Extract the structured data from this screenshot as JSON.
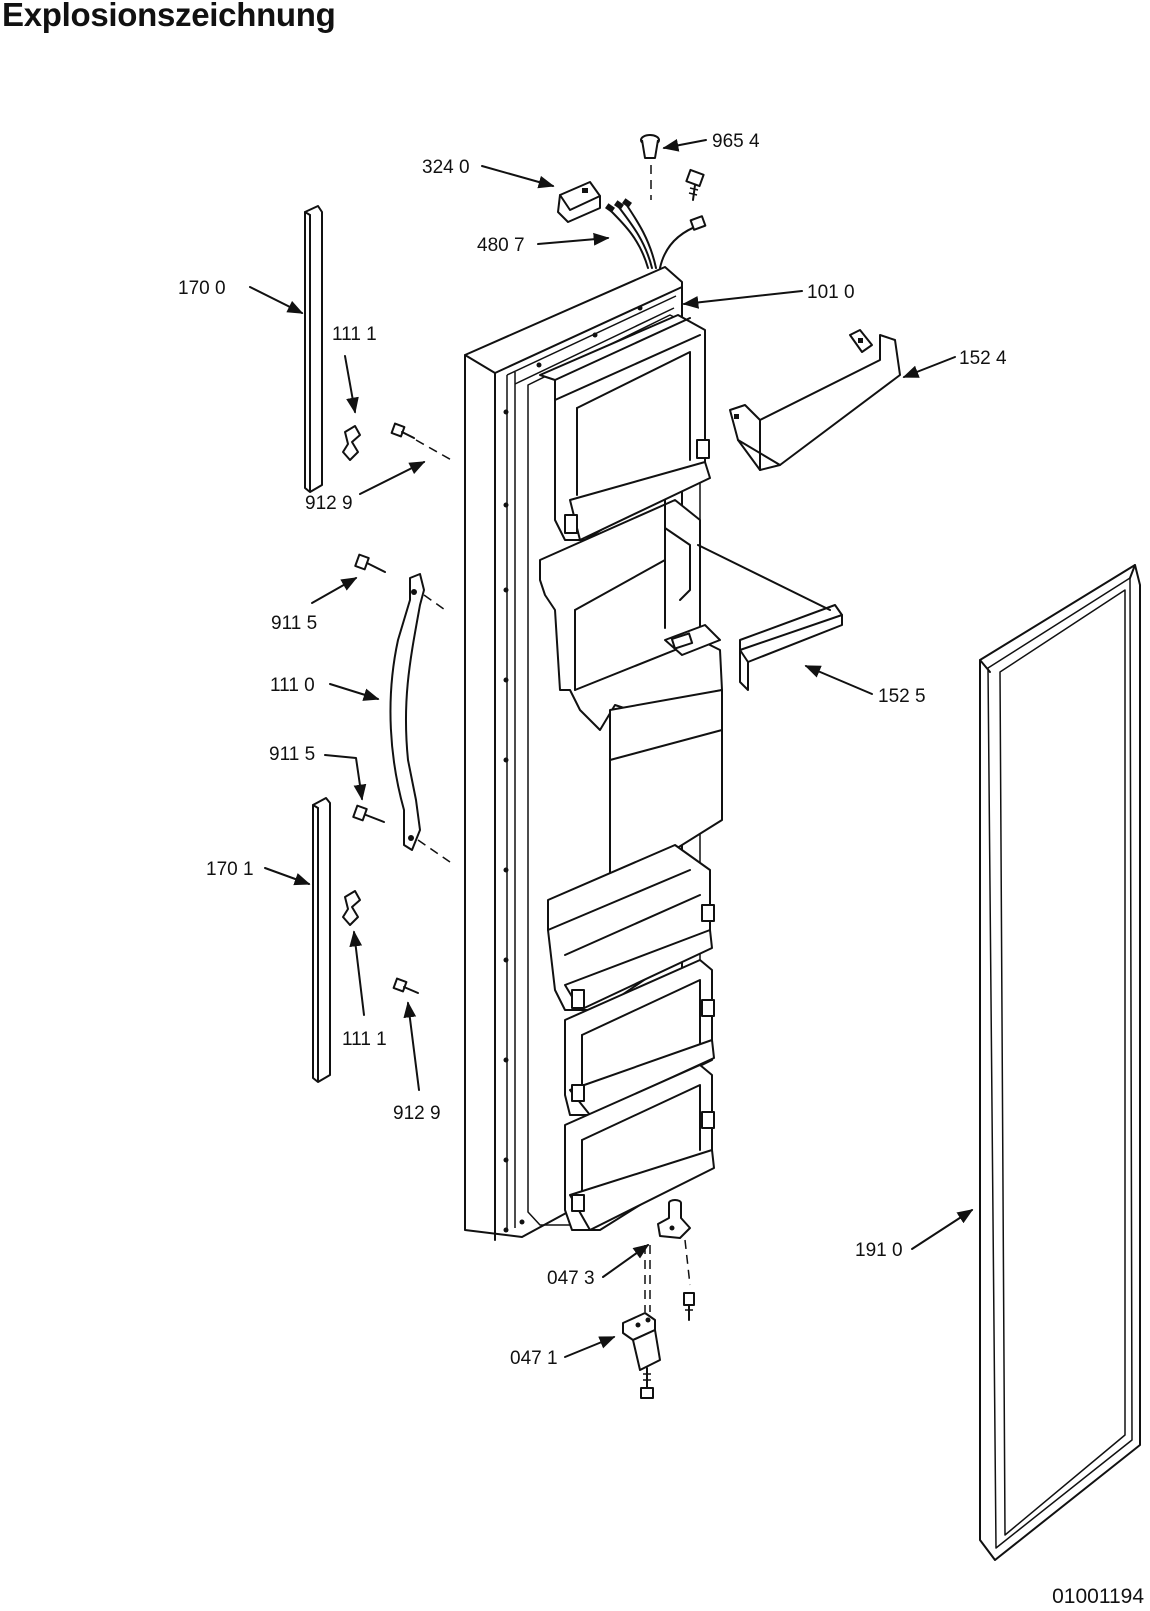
{
  "title": "Explosionszeichnung",
  "drawing_number": "01001194",
  "callouts": [
    {
      "id": "c-3240",
      "text": "324 0"
    },
    {
      "id": "c-9654",
      "text": "965 4"
    },
    {
      "id": "c-4807",
      "text": "480 7"
    },
    {
      "id": "c-1010",
      "text": "101 0"
    },
    {
      "id": "c-1700",
      "text": "170  0"
    },
    {
      "id": "c-1111a",
      "text": "111 1"
    },
    {
      "id": "c-1524",
      "text": "152 4"
    },
    {
      "id": "c-9129a",
      "text": "912 9"
    },
    {
      "id": "c-9115a",
      "text": "911 5"
    },
    {
      "id": "c-1525",
      "text": "152 5"
    },
    {
      "id": "c-1110",
      "text": "111 0"
    },
    {
      "id": "c-9115b",
      "text": "911 5"
    },
    {
      "id": "c-1701",
      "text": "170 1"
    },
    {
      "id": "c-1111b",
      "text": "111  1"
    },
    {
      "id": "c-9129b",
      "text": "912 9"
    },
    {
      "id": "c-1910",
      "text": "191 0"
    },
    {
      "id": "c-0473",
      "text": "047 3"
    },
    {
      "id": "c-0471",
      "text": "047 1"
    }
  ]
}
